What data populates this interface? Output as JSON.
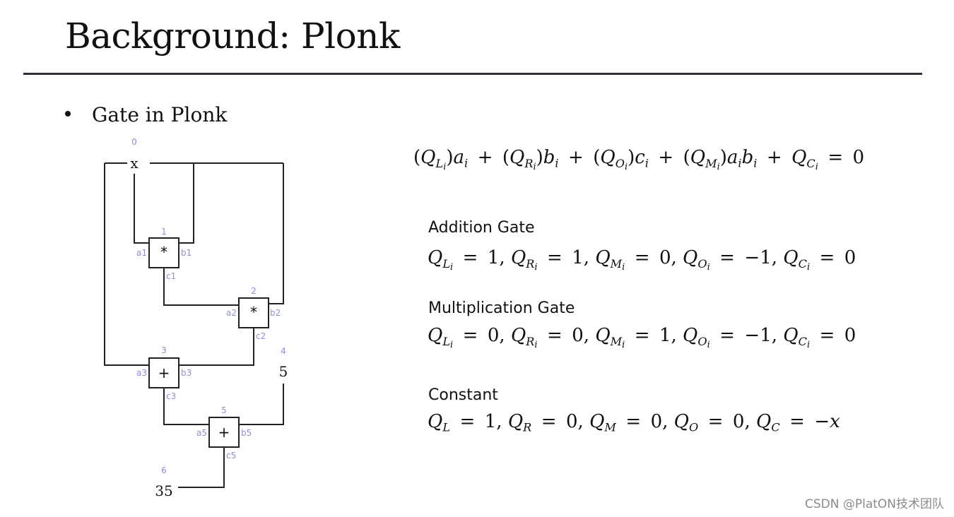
{
  "slide": {
    "title": "Background: Plonk",
    "bullet": "Gate in Plonk"
  },
  "circuit": {
    "input_var": "x",
    "constant_value": "5",
    "output_value": "35",
    "index_labels": [
      "0",
      "1",
      "2",
      "3",
      "4",
      "5",
      "6"
    ],
    "gates": [
      {
        "index": "1",
        "op": "*",
        "a": "a1",
        "b": "b1",
        "c": "c1"
      },
      {
        "index": "2",
        "op": "*",
        "a": "a2",
        "b": "b2",
        "c": "c2"
      },
      {
        "index": "3",
        "op": "+",
        "a": "a3",
        "b": "b3",
        "c": "c3"
      },
      {
        "index": "5",
        "op": "+",
        "a": "a5",
        "b": "b5",
        "c": "c5"
      }
    ]
  },
  "equations": {
    "main": "(Q_{L_i})a_i + (Q_{R_i})b_i + (Q_{O_i})c_i + (Q_{M_i})a_ib_i + Q_{C_i} = 0",
    "sections": [
      {
        "title": "Addition Gate",
        "equation": "Q_{L_i} = 1, Q_{R_i} = 1, Q_{M_i} = 0, Q_{O_i} = −1, Q_{C_i} = 0"
      },
      {
        "title": "Multiplication Gate",
        "equation": "Q_{L_i} = 0, Q_{R_i} = 0, Q_{M_i} = 1, Q_{O_i} = −1, Q_{C_i} = 0"
      },
      {
        "title": "Constant",
        "equation": "Q_L = 1, Q_R = 0, Q_M = 0, Q_O = 0, Q_C = −x"
      }
    ]
  },
  "watermark": "CSDN @PlatON技术团队",
  "colors": {
    "wire": "#222222",
    "port_label": "#8e8ed8",
    "rule": "#2a2f3a"
  }
}
